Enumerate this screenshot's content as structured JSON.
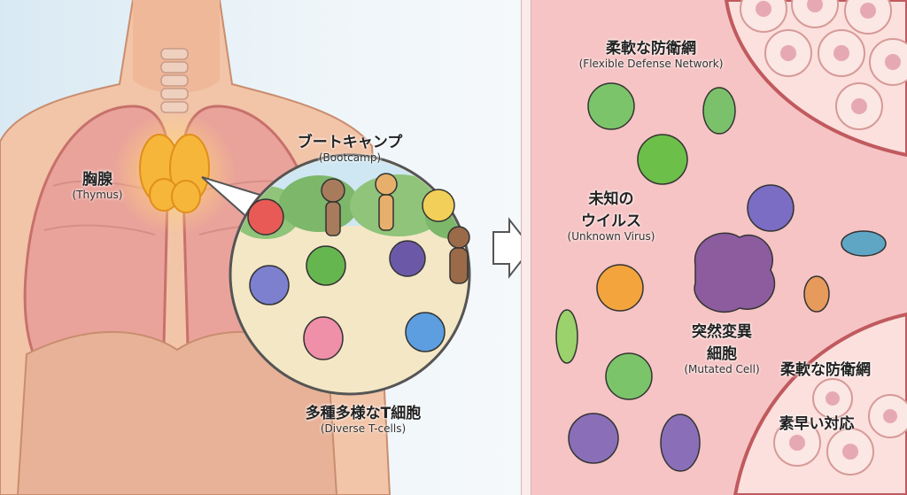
{
  "thymus": {
    "jp": "胸腺",
    "en": "(Thymus)"
  },
  "bootcamp": {
    "jp": "ブートキャンプ",
    "en": "(Bootcamp)"
  },
  "diverse": {
    "jp": "多種多様なT細胞",
    "en": "(Diverse T-cells)"
  },
  "network_top": {
    "jp": "柔軟な防衛網",
    "en": "(Flexible Defense Network)"
  },
  "unknown_virus": {
    "jp_line1": "未知の",
    "jp_line2": "ウイルス",
    "en": "(Unknown Virus)"
  },
  "mutated": {
    "jp_line1": "突然変異",
    "jp_line2": "細胞",
    "en": "(Mutated Cell)"
  },
  "network_bottom": {
    "jp": "柔軟な防衛網"
  },
  "quick": {
    "jp": "素早い対応"
  },
  "colors": {
    "skin": "#f2c4a8",
    "lung": "#e9a39b",
    "thymus": "#f6b63a",
    "tissue": "#f6c4c4",
    "cell": "#f9dede",
    "nucleus": "#e6a9b3",
    "t_green": "#7cc46a",
    "virus_green": "#6cbf48",
    "virus_purple": "#8a6fb8",
    "mutated": "#8c5c9e"
  }
}
